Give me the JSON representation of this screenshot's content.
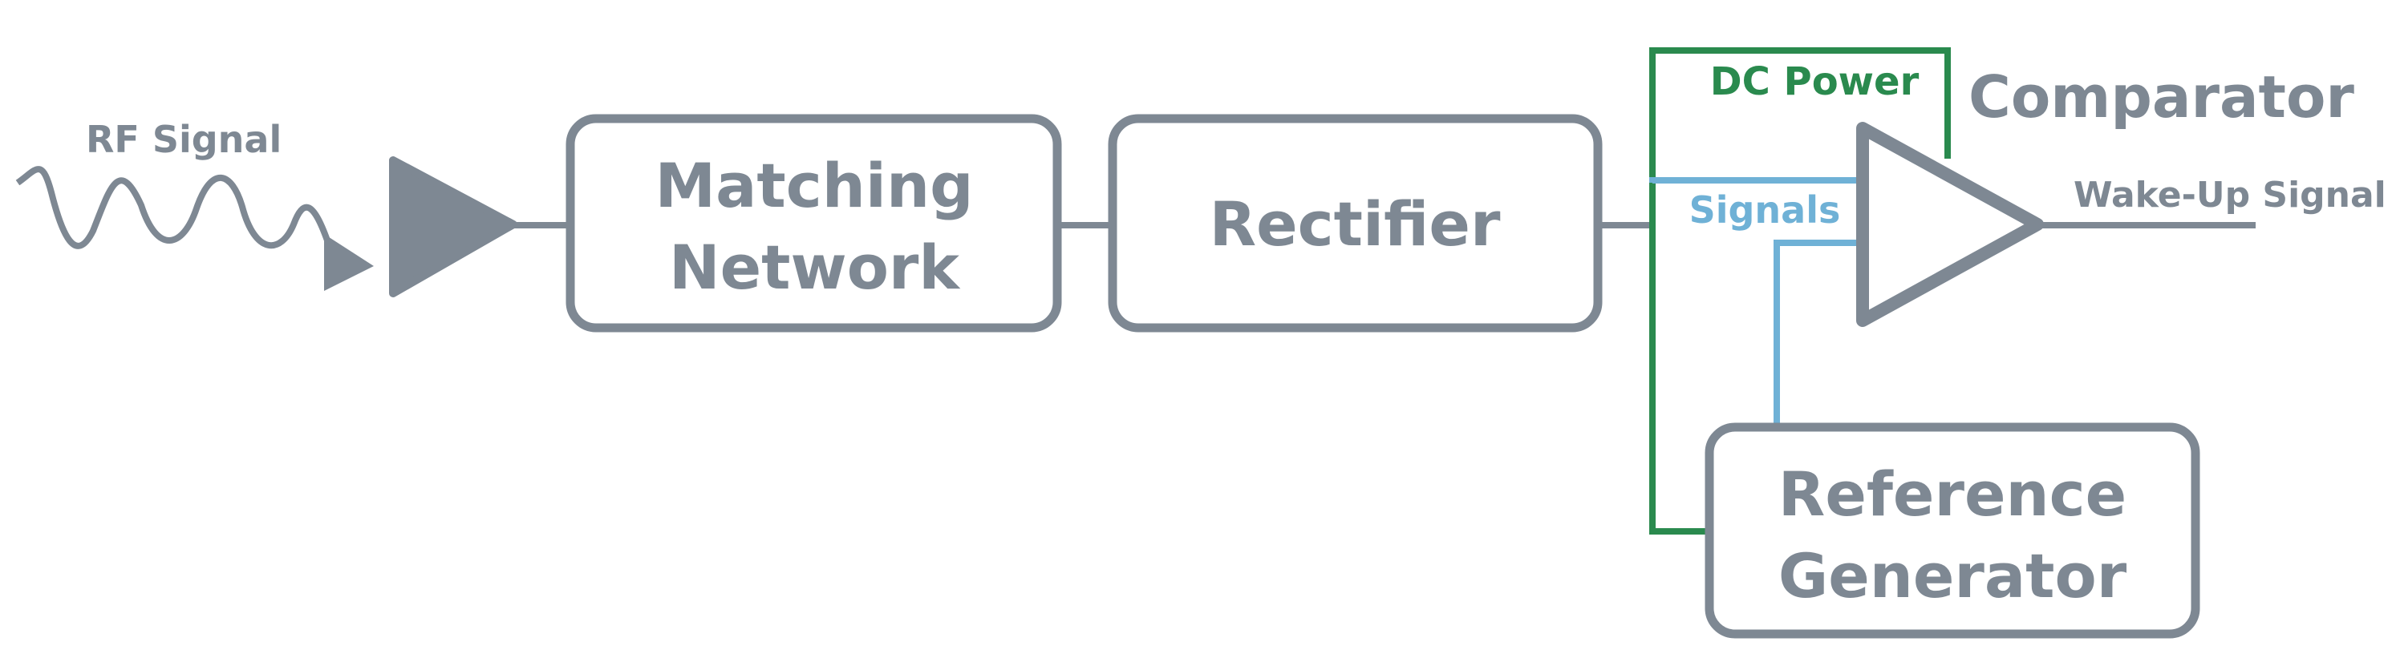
{
  "labels": {
    "rf_signal": "RF Signal",
    "matching_line1": "Matching",
    "matching_line2": "Network",
    "rectifier": "Rectifier",
    "dc_power": "DC Power",
    "signals": "Signals",
    "comparator": "Comparator",
    "wake_up_signal": "Wake-Up Signal",
    "reference_line1": "Reference",
    "reference_line2": "Generator"
  },
  "colors": {
    "blocks": "#7e8893",
    "dc_power_path": "#2a8a4e",
    "signal_path": "#6fb1d6"
  }
}
